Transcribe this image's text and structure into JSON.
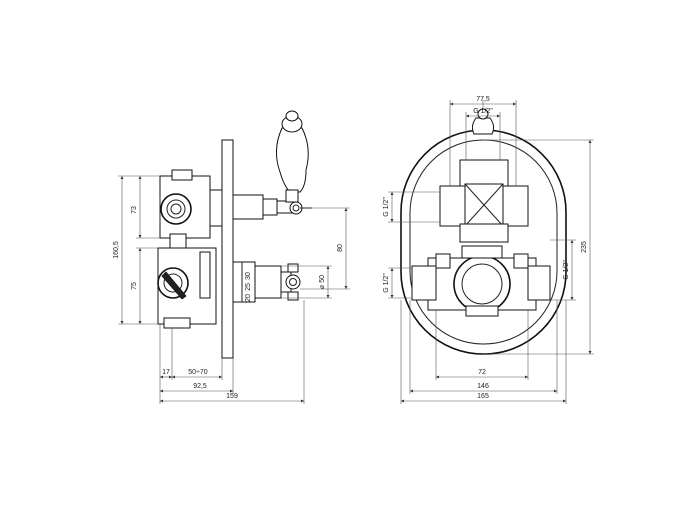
{
  "side_view": {
    "dims": {
      "d73": "73",
      "d160": "160,5",
      "d75": "75",
      "d80": "80",
      "d50dia": "⌀ 50",
      "d17": "17",
      "d50to70": "50÷70",
      "d92": "92,5",
      "d159": "159"
    },
    "scale_ticks": [
      "30",
      "25",
      "20"
    ]
  },
  "front_view": {
    "dims": {
      "d77": "77,5",
      "thread_top": "G 1/2\"",
      "thread_left_upper": "G 1/2\"",
      "thread_left_lower": "G 1/2\"",
      "thread_right": "G 1/2\"",
      "d235": "235",
      "d72": "72",
      "d146": "146",
      "d165": "165"
    }
  }
}
